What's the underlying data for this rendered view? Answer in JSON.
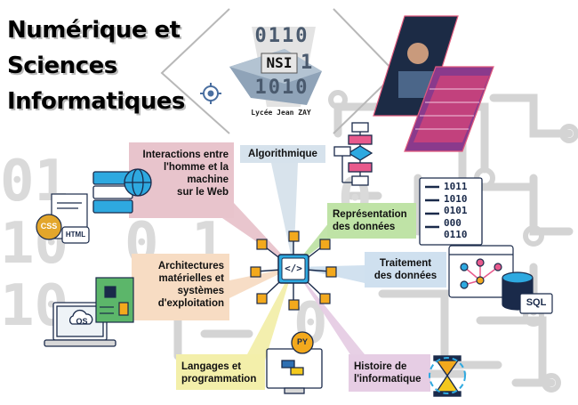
{
  "title": {
    "lines": [
      "Numérique et",
      "Sciences",
      "Informatiques"
    ]
  },
  "logo": {
    "binary_top": "0110",
    "badge": "NSI",
    "binary_side": "1",
    "binary_bottom": "1010",
    "school": "Lycée Jean ZAY"
  },
  "topics": {
    "interactions": {
      "lines": [
        "Interactions entre",
        "l'homme et la",
        "machine",
        "sur le Web"
      ],
      "color": "#e8c4cc"
    },
    "algorithmique": {
      "label": "Algorithmique",
      "color": "#d6e2ec"
    },
    "representation": {
      "lines": [
        "Représentation",
        "des données"
      ],
      "color": "#bfe3a6"
    },
    "traitement": {
      "lines": [
        "Traitement",
        "des données"
      ],
      "color": "#cfe0ef"
    },
    "architectures": {
      "lines": [
        "Architectures",
        "matérielles et",
        "systèmes",
        "d'exploitation"
      ],
      "color": "#f7dcc3"
    },
    "langages": {
      "lines": [
        "Langages et",
        "programmation"
      ],
      "color": "#f3efaa"
    },
    "histoire": {
      "lines": [
        "Histoire de",
        "l'informatique"
      ],
      "color": "#e6cde4"
    }
  },
  "icons": {
    "css": "CSS",
    "html": "HTML",
    "os": "OS",
    "sql": "SQL",
    "py": "PY",
    "code": "</>",
    "binary_rows": [
      "1011",
      "1010",
      "0101",
      "000",
      "0110"
    ]
  },
  "background_digits": {
    "rows_left": [
      "01",
      "10",
      "10"
    ],
    "rows_left_b": [
      "0",
      "0",
      "1"
    ]
  }
}
